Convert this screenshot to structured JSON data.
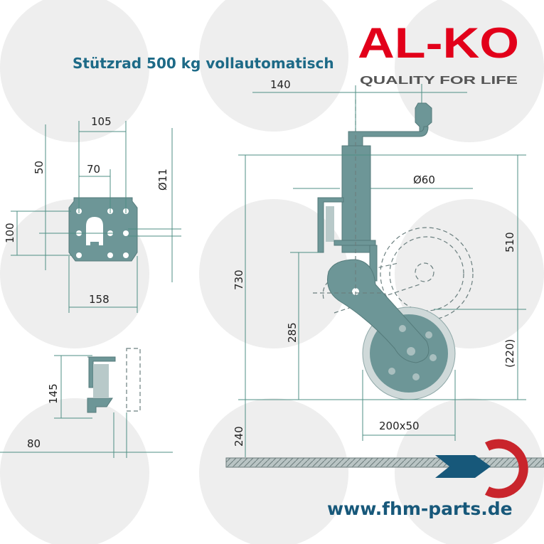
{
  "title": "Stützrad 500 kg vollautomatisch",
  "brand": {
    "logo_text": "AL-KO",
    "slogan": "QUALITY FOR LIFE",
    "color": "#e2001a"
  },
  "website": "www.fhm-parts.de",
  "plate_dimensions": {
    "width_top": "105",
    "hole_spacing": "70",
    "offset": "50",
    "height": "100",
    "hole_diameter": "Ø11",
    "width": "158"
  },
  "bracket_dimensions": {
    "height": "145",
    "depth": "80"
  },
  "jack_dimensions": {
    "crank": "140",
    "tube_diameter": "Ø60",
    "total_height": "730",
    "stroke": "510",
    "wheel_offset": "(220)",
    "clamp_height": "285",
    "wheel": "200x50",
    "ground_clearance": "240"
  },
  "colors": {
    "title": "#1d6a87",
    "part": "#6d9697",
    "fhm_red": "#c9252c",
    "fhm_blue": "#17587a"
  }
}
